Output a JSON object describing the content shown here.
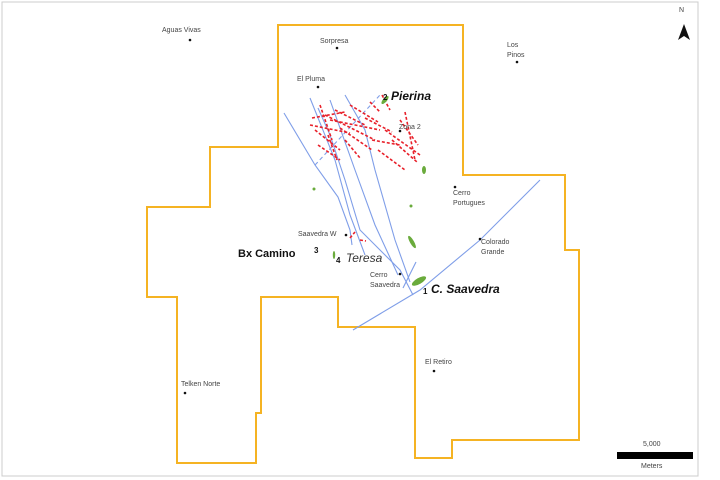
{
  "map": {
    "towns": {
      "aguas_vivas": "Aguas Vivas",
      "sorpresa": "Sorpresa",
      "los_pinos": "Los Pinos",
      "el_pluma": "El Pluma",
      "zona2": "Zona 2",
      "cerro_portugues": "Cerro Portugues",
      "saavedra_w": "Saavedra W",
      "colorado_grande": "Colorado Grande",
      "cerro_saavedra": "Cerro Saavedra",
      "el_retiro": "El Retiro",
      "telken_norte": "Telken Norte"
    },
    "targets": [
      {
        "num": "1",
        "name": "C. Saavedra"
      },
      {
        "num": "2",
        "name": "Pierina"
      },
      {
        "num": "3",
        "name": "Bx Camino"
      },
      {
        "num": "4",
        "name": "Teresa"
      }
    ],
    "north_label": "N",
    "scale": {
      "value": "5,000",
      "unit": "Meters"
    },
    "colors": {
      "boundary": "#f5b323",
      "faults": "#7f9ee8",
      "veins": "#e8202a",
      "outcrops": "#6aab3c"
    }
  }
}
